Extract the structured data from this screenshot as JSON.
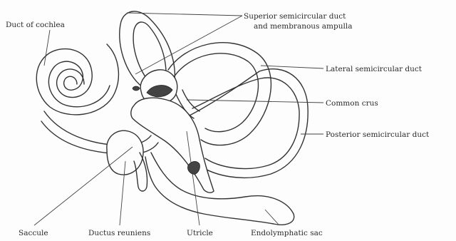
{
  "labels": {
    "duct_of_cochlea": "Duct of cochlea",
    "superior_line1": "Superior semicircular duct",
    "superior_line2": "and membranous ampulla",
    "lateral": "Lateral semicircular duct",
    "common_crus": "Common crus",
    "posterior": "Posterior semicircular duct",
    "saccule": "Saccule",
    "ductus_reuniens": "Ductus reuniens",
    "utricle": "Utricle",
    "endolymphatic_sac": "Endolymphatic sac"
  }
}
